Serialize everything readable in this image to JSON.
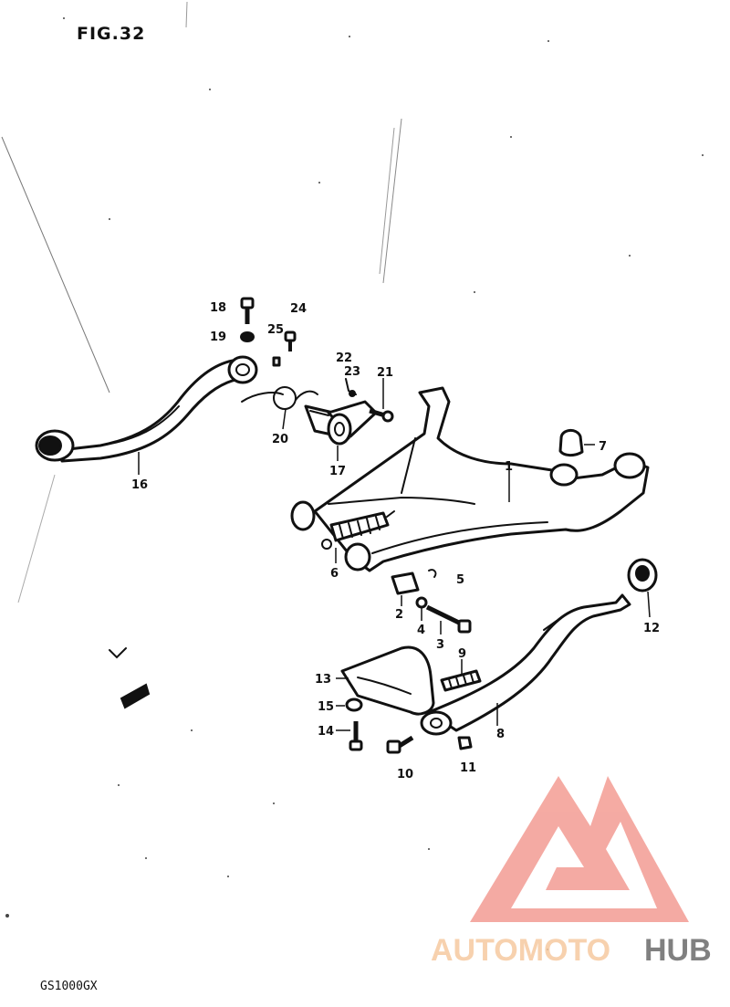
{
  "figure": {
    "title": "FIG.32",
    "model": "GS1000GX"
  },
  "watermark": {
    "brand_prefix": "AUTOMOTO",
    "brand_suffix": "HUB",
    "color_primary": "#f39c93",
    "color_secondary": "#f6c9a1",
    "color_text_dark": "#6b6b6b"
  },
  "parts": {
    "p1": "1",
    "p2": "2",
    "p3": "3",
    "p4": "4",
    "p5": "5",
    "p6": "6",
    "p7": "7",
    "p8": "8",
    "p9": "9",
    "p10": "10",
    "p11": "11",
    "p12": "12",
    "p13": "13",
    "p14": "14",
    "p15": "15",
    "p16": "16",
    "p17": "17",
    "p18": "18",
    "p19": "19",
    "p20": "20",
    "p21": "21",
    "p22": "22",
    "p23": "23",
    "p24": "24",
    "p25": "25"
  }
}
